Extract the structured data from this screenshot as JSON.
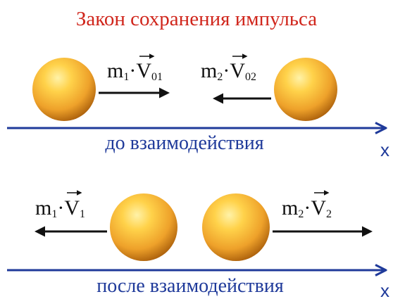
{
  "title": "Закон сохранения импульса",
  "colors": {
    "title": "#d0261c",
    "axis": "#1f3a9a",
    "ball_light": "#ffe27a",
    "ball_mid": "#f0a62a",
    "ball_dark": "#a85d0a",
    "arrow": "#111111"
  },
  "before": {
    "caption": "до  взаимодействия",
    "axis_label": "x",
    "left_formula": {
      "mass": "m",
      "mass_sub": "1",
      "dot": "·",
      "vec": "V",
      "vec_sub": "01"
    },
    "right_formula": {
      "mass": "m",
      "mass_sub": "2",
      "dot": "·",
      "vec": "V",
      "vec_sub": "02"
    }
  },
  "after": {
    "caption": "после  взаимодействия",
    "axis_label": "x",
    "left_formula": {
      "mass": "m",
      "mass_sub": "1",
      "dot": "·",
      "vec": "V",
      "vec_sub": "1"
    },
    "right_formula": {
      "mass": "m",
      "mass_sub": "2",
      "dot": "·",
      "vec": "V",
      "vec_sub": "2"
    }
  }
}
